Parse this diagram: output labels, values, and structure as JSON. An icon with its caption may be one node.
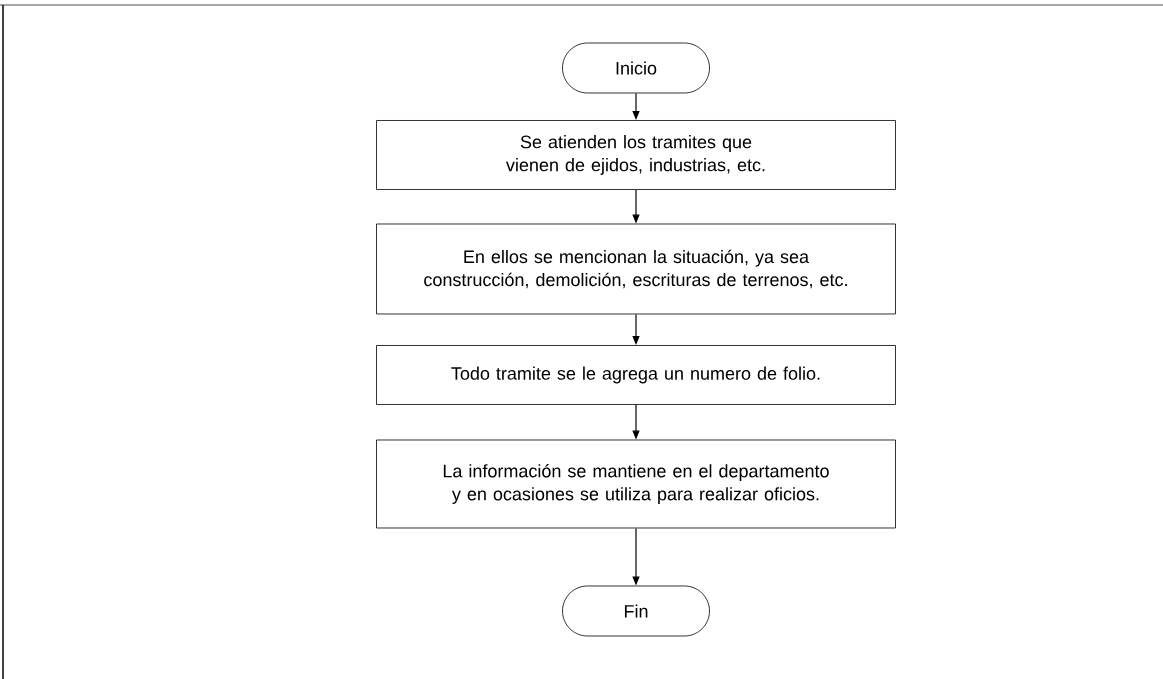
{
  "diagram": {
    "nodes": [
      {
        "text": [
          "Inicio"
        ]
      },
      {
        "text": [
          "Se atienden los tramites que vienen de ejidos, industrias, etc."
        ]
      },
      {
        "text": [
          "En ellos se mencionan la situación, ya sea construcción, demolición, escrituras de terrenos, etc."
        ]
      },
      {
        "text": [
          "Todo tramite se le agrega un numero de folio."
        ]
      },
      {
        "text": [
          "La información se mantiene en el departamento y en ocasiones se utiliza para realizar oficios."
        ]
      },
      {
        "text": [
          "Fin"
        ]
      }
    ],
    "edges": [
      {
        "from": 0,
        "to": 1,
        "arrow": "to"
      },
      {
        "from": 1,
        "to": 2,
        "arrow": "to"
      },
      {
        "from": 2,
        "to": 3,
        "arrow": "to"
      },
      {
        "from": 3,
        "to": 4,
        "arrow": "to"
      },
      {
        "from": 4,
        "to": 5,
        "arrow": "to"
      }
    ]
  }
}
